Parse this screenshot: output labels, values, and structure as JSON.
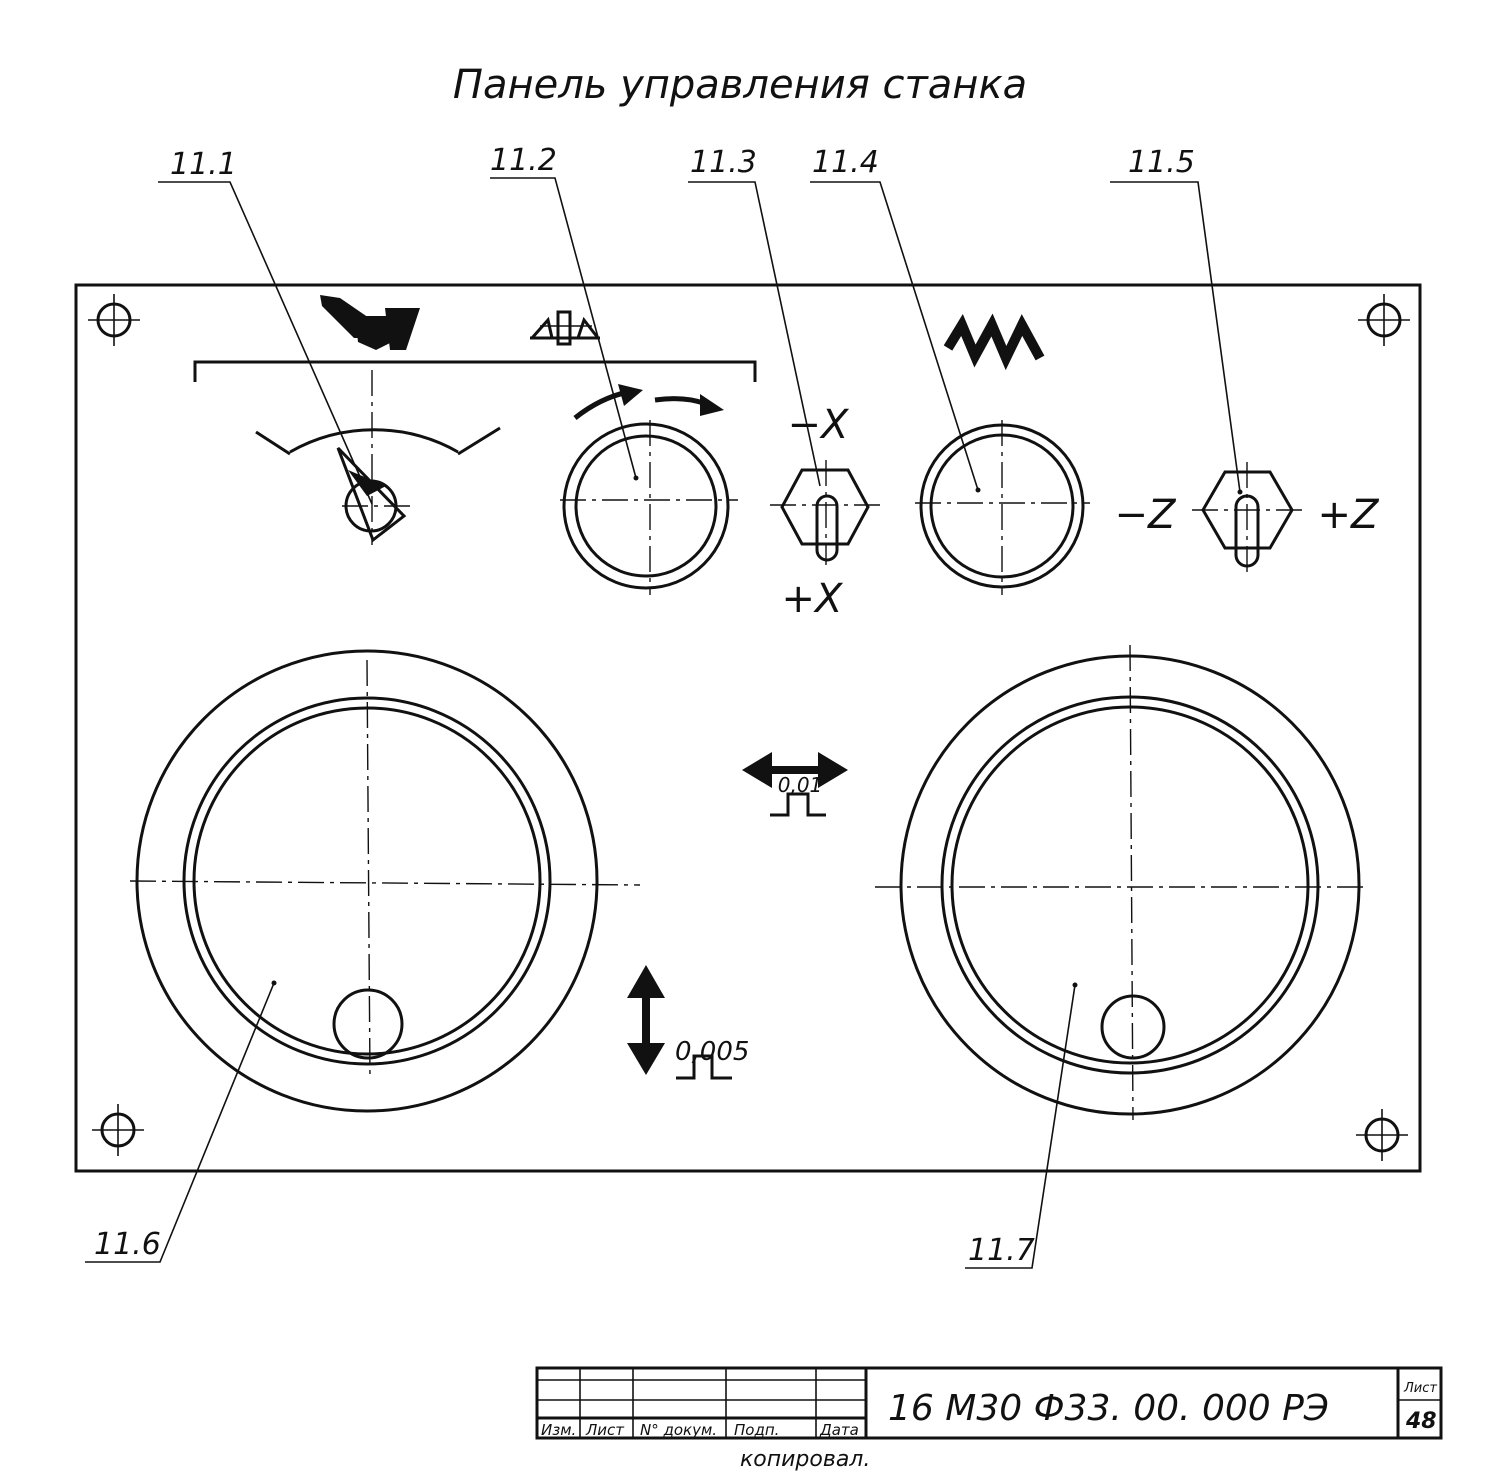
{
  "title": "Панель управления станка",
  "callouts": [
    "11.1",
    "11.2",
    "11.3",
    "11.4",
    "11.5",
    "11.6",
    "11.7"
  ],
  "axis_labels": {
    "minus_x": "−X",
    "plus_x": "+X",
    "minus_z": "−Z",
    "plus_z": "+Z"
  },
  "step_labels": {
    "horizontal": "0,01",
    "vertical": "0,005"
  },
  "title_block": {
    "headers": [
      "Изм.",
      "Лист",
      "N° докум.",
      "Подп.",
      "Дата"
    ],
    "document_code": "16 М30 Ф33. 00. 000 РЭ",
    "sheet_label": "Лист",
    "sheet_number": "48",
    "copied": "копировал."
  }
}
